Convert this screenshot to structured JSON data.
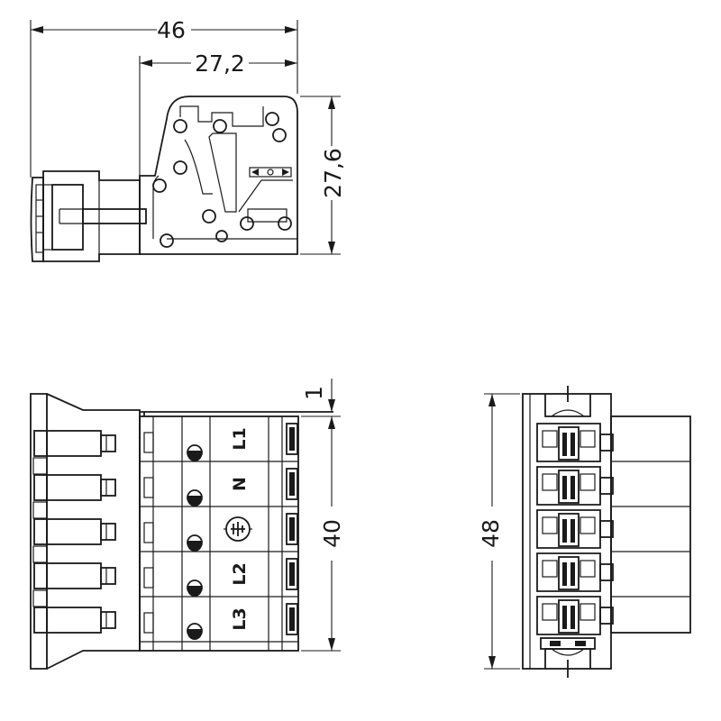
{
  "dimensions": {
    "top_width": "46",
    "top_inner_width": "27,2",
    "top_height": "27,6",
    "front_gap": "1",
    "front_height": "40",
    "side_height": "48"
  },
  "terminals": [
    {
      "label": "L1",
      "kind": "text"
    },
    {
      "label": "N",
      "kind": "text"
    },
    {
      "label": "",
      "kind": "ground-symbol"
    },
    {
      "label": "L2",
      "kind": "text"
    },
    {
      "label": "L3",
      "kind": "text"
    }
  ]
}
